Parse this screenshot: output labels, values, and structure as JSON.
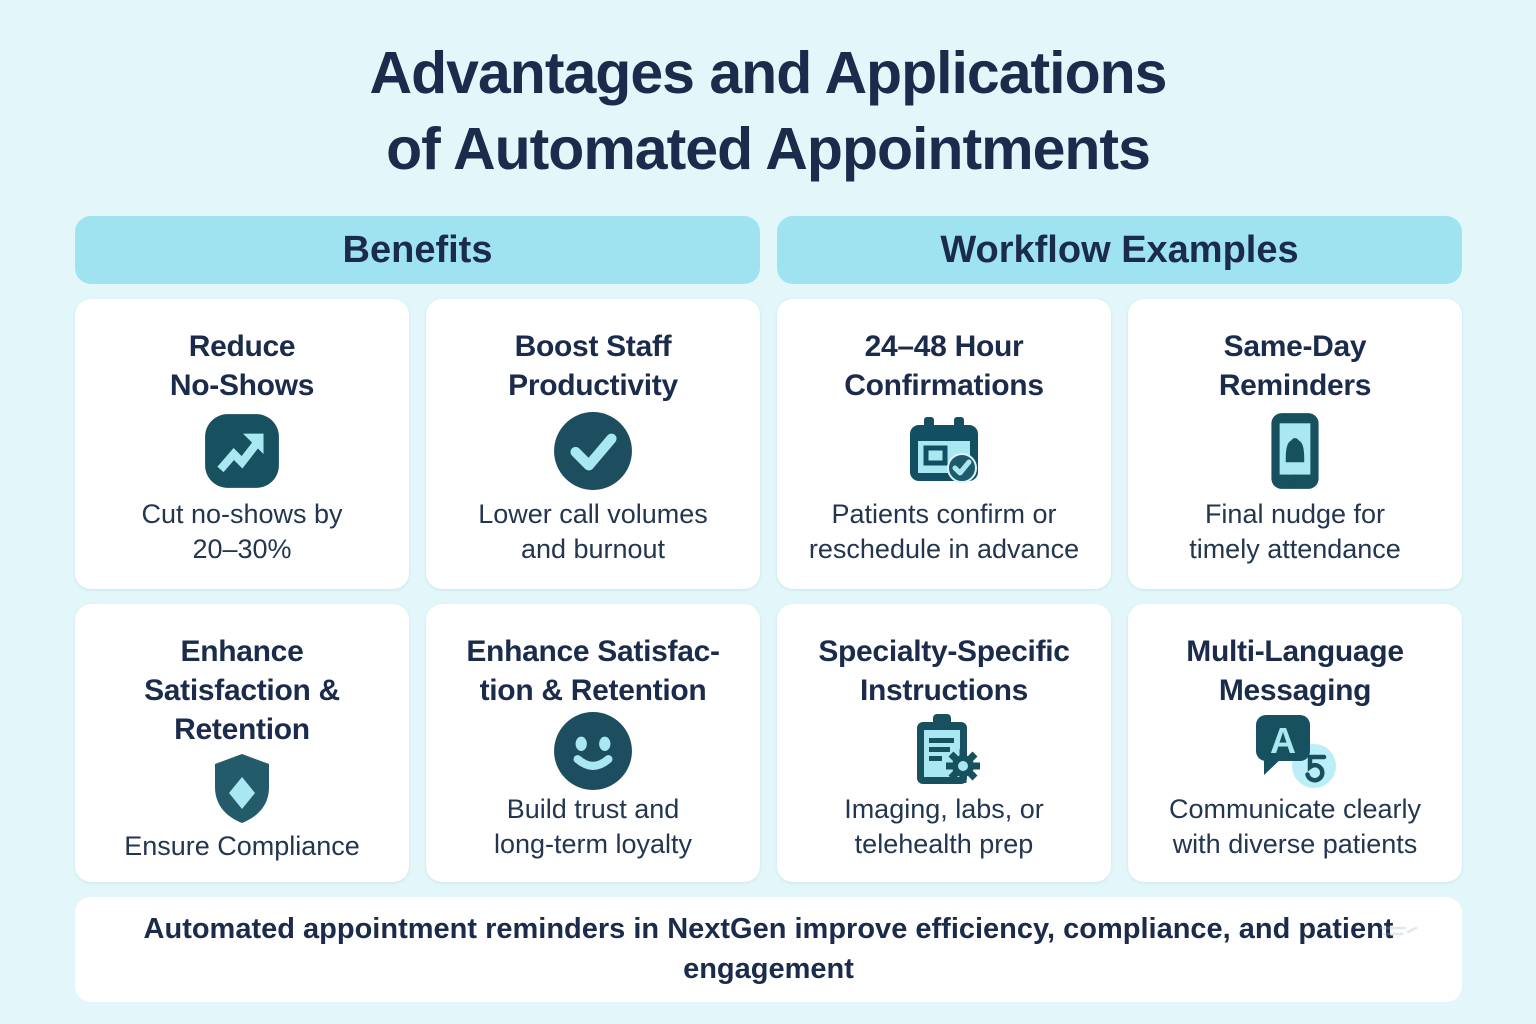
{
  "page": {
    "title": "Advantages and Applications\nof Automated Appointments"
  },
  "sections": [
    {
      "label": "Benefits"
    },
    {
      "label": "Workflow Examples"
    }
  ],
  "cards": [
    {
      "title": "Reduce\nNo-Shows",
      "icon": "trending-up-icon",
      "caption": "Cut no-shows by\n20–30%"
    },
    {
      "title": "Boost Staff\nProductivity",
      "icon": "check-circle-icon",
      "caption": "Lower call volumes\nand burnout"
    },
    {
      "title": "24–48 Hour\nConfirmations",
      "icon": "calendar-check-icon",
      "caption": "Patients confirm or\nreschedule in advance"
    },
    {
      "title": "Same-Day\nReminders",
      "icon": "phone-bell-icon",
      "caption": "Final nudge for\ntimely attendance"
    },
    {
      "title": "Enhance\nSatisfaction &\nRetention",
      "icon": "shield-diamond-icon",
      "caption": "Ensure Compliance"
    },
    {
      "title": "Enhance Satisfac-\ntion & Retention",
      "icon": "smiley-face-icon",
      "caption": "Build trust and\nlong-term loyalty"
    },
    {
      "title": "Specialty-Specific\nInstructions",
      "icon": "clipboard-gear-icon",
      "caption": "Imaging, labs, or\ntelehealth prep"
    },
    {
      "title": "Multi-Language\nMessaging",
      "icon": "translate-icon",
      "caption": "Communicate clearly\nwith diverse patients"
    }
  ],
  "footer": {
    "text": "Automated appointment reminders in NextGen improve efficiency, compliance, and patient engagement"
  },
  "colors": {
    "background": "#E3F7FA",
    "section_pill": "#9FE3F0",
    "card": "#FFFFFF",
    "heading_navy": "#1B2B4B",
    "caption_navy": "#233650",
    "icon_teal_dark": "#17505F",
    "icon_accent_light": "#A9E8F3",
    "icon_circle_light": "#BCEEF7"
  }
}
